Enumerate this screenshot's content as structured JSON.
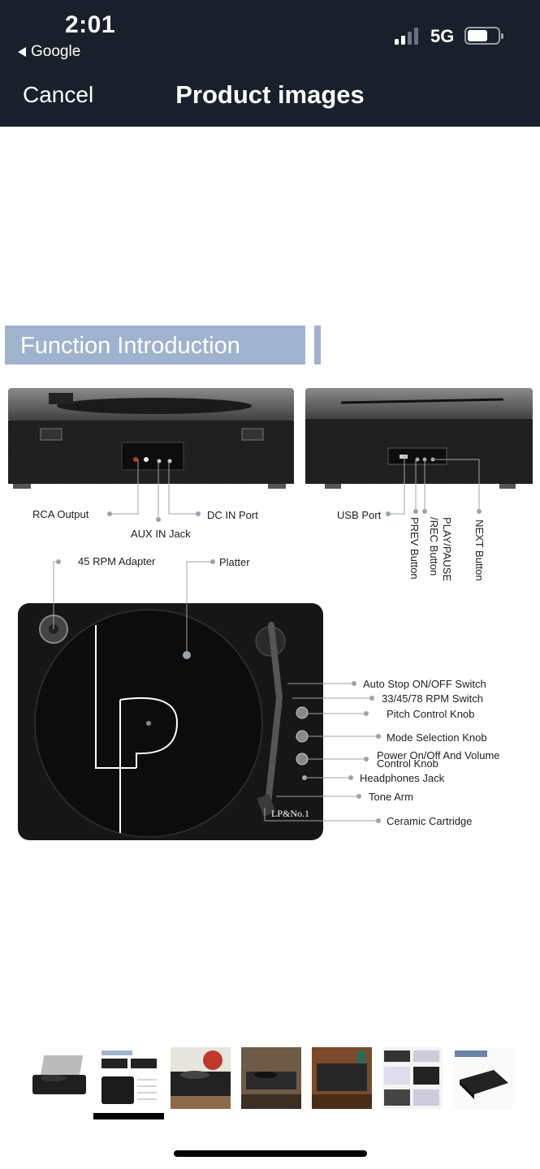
{
  "status_bar": {
    "time": "2:01",
    "back_app": "Google",
    "network": "5G",
    "signal_bars": 4,
    "signal_bars_active": 2,
    "battery_level": 0.6
  },
  "nav": {
    "cancel_label": "Cancel",
    "title": "Product images"
  },
  "product_image": {
    "banner_title": "Function Introduction",
    "callouts_back": {
      "rca_output": "RCA Output",
      "aux_in_jack": "AUX IN Jack",
      "dc_in_port": "DC IN Port"
    },
    "callouts_side": {
      "usb_port": "USB Port",
      "prev_button": "PREV Button",
      "play_pause_rec_line1": "PLAY/PAUSE",
      "play_pause_rec_line2": "/REC Button",
      "next_button": "NEXT Button"
    },
    "callouts_top": {
      "rpm_adapter": "45 RPM Adapter",
      "platter": "Platter",
      "auto_stop": "Auto Stop ON/OFF Switch",
      "rpm_switch": "33/45/78 RPM Switch",
      "pitch_knob": "Pitch Control Knob",
      "mode_knob": "Mode Selection Knob",
      "power_volume_line1": "Power On/Off And Volume",
      "power_volume_line2": "Control Knob",
      "headphones": "Headphones Jack",
      "tone_arm": "Tone Arm",
      "cartridge": "Ceramic Cartridge"
    },
    "brand_logo": "LP&No.1",
    "accent_color": "#9fb3cf"
  },
  "thumbnails": {
    "count": 7,
    "selected_index": 1
  }
}
